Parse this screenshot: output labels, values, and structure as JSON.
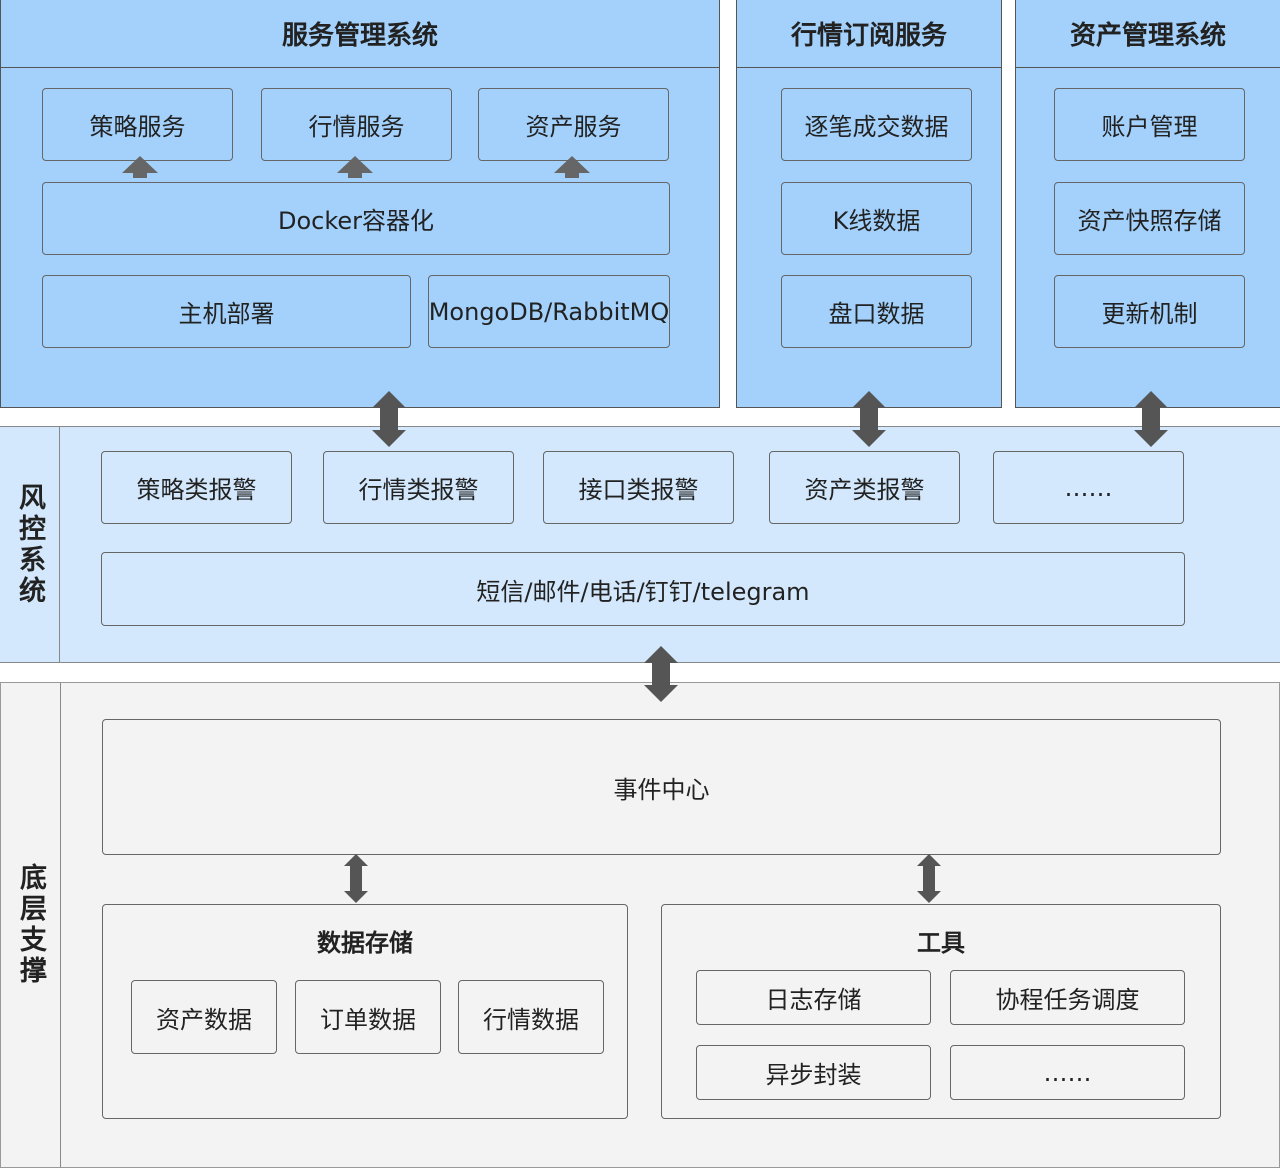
{
  "service_mgmt": {
    "title": "服务管理系统",
    "strategy": "策略服务",
    "market": "行情服务",
    "asset": "资产服务",
    "docker": "Docker容器化",
    "host": "主机部署",
    "mq": "MongoDB/RabbitMQ"
  },
  "market_sub": {
    "title": "行情订阅服务",
    "items": [
      "逐笔成交数据",
      "K线数据",
      "盘口数据"
    ]
  },
  "asset_mgmt": {
    "title": "资产管理系统",
    "items": [
      "账户管理",
      "资产快照存储",
      "更新机制"
    ]
  },
  "risk": {
    "label": "风控系统",
    "alerts": [
      "策略类报警",
      "行情类报警",
      "接口类报警",
      "资产类报警",
      "……"
    ],
    "channels": "短信/邮件/电话/钉钉/telegram"
  },
  "base": {
    "label": "底层支撑",
    "event_center": "事件中心",
    "storage": {
      "title": "数据存储",
      "items": [
        "资产数据",
        "订单数据",
        "行情数据"
      ]
    },
    "tools": {
      "title": "工具",
      "items": [
        "日志存储",
        "协程任务调度",
        "异步封装",
        "……"
      ]
    }
  },
  "colors": {
    "top_panel": "#a3d1fb",
    "risk_band": "#d3e8fc",
    "base_band": "#f3f3f3",
    "arrow": "#555555"
  }
}
